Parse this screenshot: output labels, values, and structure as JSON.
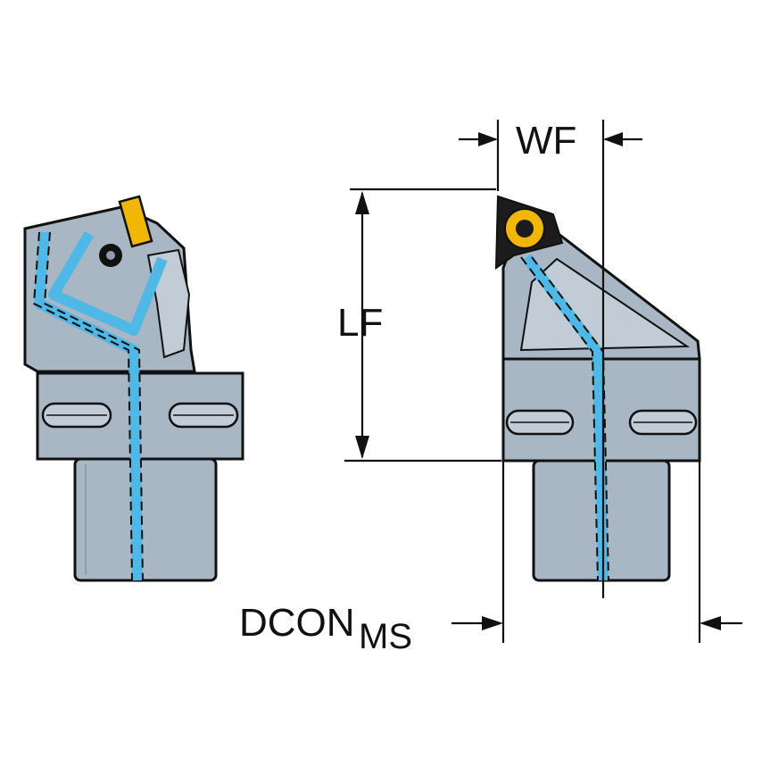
{
  "dimensions": {
    "wf": "WF",
    "lf": "LF",
    "dcon_main": "DCON",
    "dcon_sub": "MS"
  },
  "colors": {
    "body": "#a9b6c4",
    "body_light": "#c2ccd6",
    "body_dark": "#8f9dad",
    "outline": "#111111",
    "coolant": "#4fb8e6",
    "insert": "#f2b705",
    "dimension_line": "#111111"
  }
}
